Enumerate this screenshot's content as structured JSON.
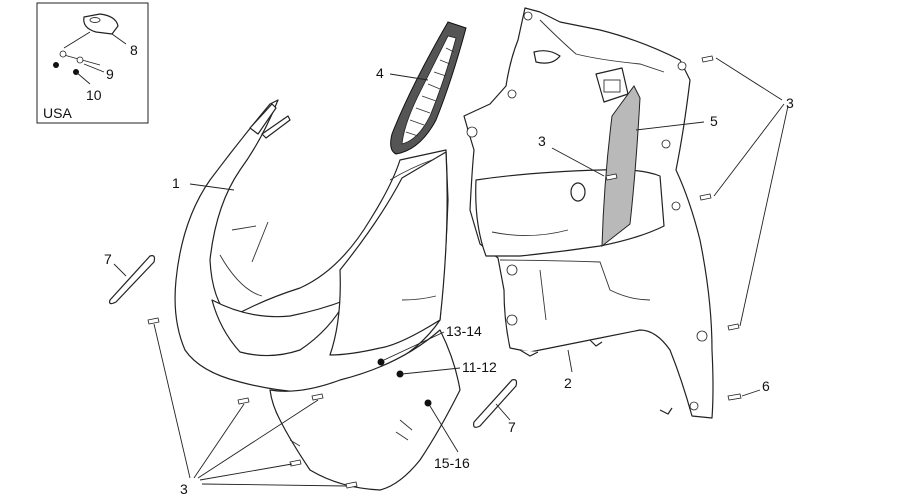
{
  "inset": {
    "label": "USA"
  },
  "callouts": {
    "c1": "1",
    "c2": "2",
    "c3_top_right": "3",
    "c3_mid": "3",
    "c3_bottom_left": "3",
    "c4": "4",
    "c5": "5",
    "c6": "6",
    "c7_left": "7",
    "c7_right": "7",
    "c8": "8",
    "c9": "9",
    "c10": "10",
    "c11_12": "11-12",
    "c13_14": "13-14",
    "c15_16": "15-16"
  },
  "colors": {
    "stroke": "#222222",
    "grey_part": "#b9b9b9",
    "background": "#ffffff"
  }
}
